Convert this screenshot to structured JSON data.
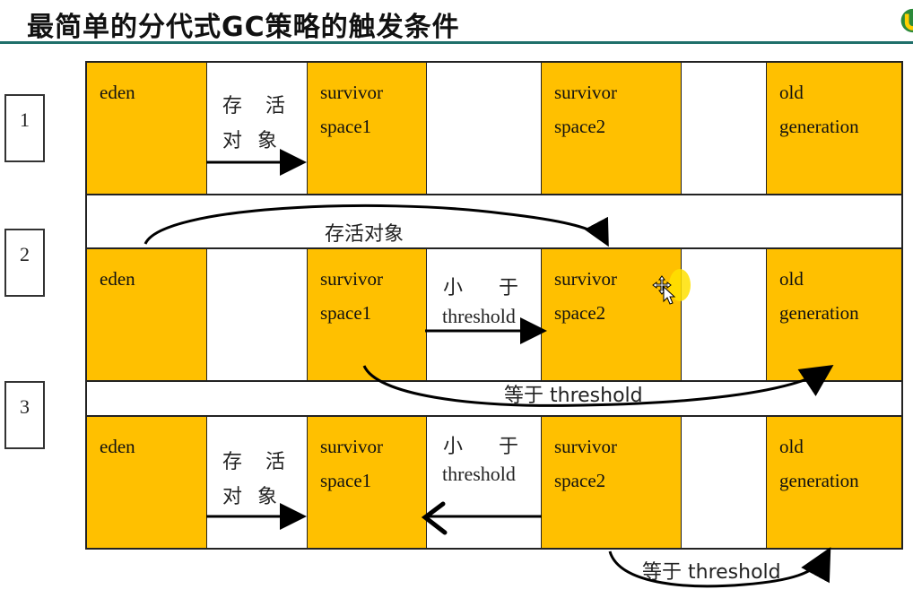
{
  "title": "最简单的分代式GC策略的触发条件",
  "steps": [
    "1",
    "2",
    "3"
  ],
  "regions": {
    "eden": "eden",
    "survivor": "survivor",
    "space1": "space1",
    "space2": "space2",
    "old": "old",
    "generation": "generation"
  },
  "labels": {
    "live_cun": "存",
    "live_huo": "活",
    "live_dui": "对",
    "live_xiang": "象",
    "live_objects": "存活对象",
    "less_xiao": "小",
    "less_yu": "于",
    "threshold": "threshold",
    "equal_threshold": "等于 threshold"
  },
  "colors": {
    "region_fill": "#ffc000",
    "border": "#222222",
    "title_rule": "#1f6f6a",
    "cursor_highlight": "#ffe000"
  }
}
